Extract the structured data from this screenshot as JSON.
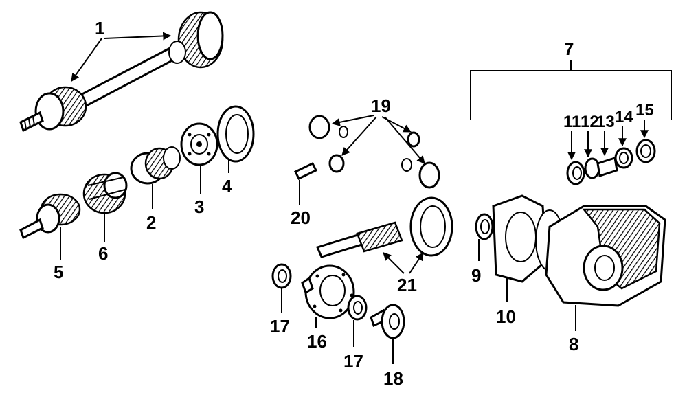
{
  "diagram": {
    "labels": [
      "1",
      "2",
      "3",
      "4",
      "5",
      "6",
      "7",
      "8",
      "9",
      "10",
      "11",
      "12",
      "13",
      "14",
      "15",
      "16",
      "17",
      "17",
      "18",
      "19",
      "20",
      "21"
    ],
    "colors": {
      "ink": "#000000",
      "paper": "#ffffff"
    }
  }
}
